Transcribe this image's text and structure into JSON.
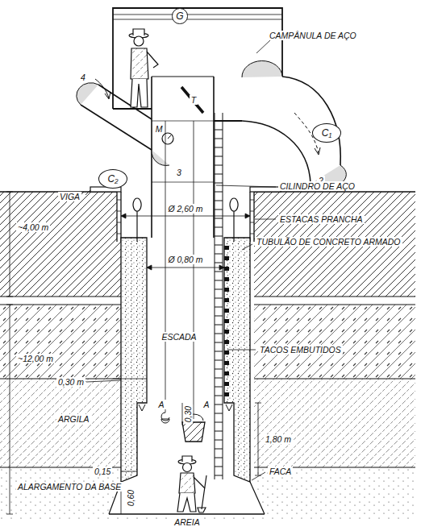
{
  "diagram": {
    "nodes": [
      {
        "text": [
          "G"
        ]
      },
      {
        "text": [
          "C₁"
        ]
      },
      {
        "text": [
          "C₂"
        ]
      }
    ],
    "labels": [
      "CAMPÂNULA DE AÇO",
      "4",
      "T",
      "M",
      "3",
      "2",
      "VIGA",
      "CILINDRO DE AÇO",
      "Ø 2,60 m",
      "ESTACAS PRANCHA",
      "~4,00 m",
      "TUBULÃO DE CONCRETO ARMADO",
      "Ø 0,80 m",
      "~12,00 m",
      "ESCADA",
      "TACOS EMBUTIDOS",
      "0,30 m",
      "A",
      "A",
      "0,30",
      "ARGILA",
      "1,80 m",
      "0,15",
      "FACA",
      "0,60",
      "ALARGAMENTO DA BASE",
      "AREIA"
    ]
  }
}
